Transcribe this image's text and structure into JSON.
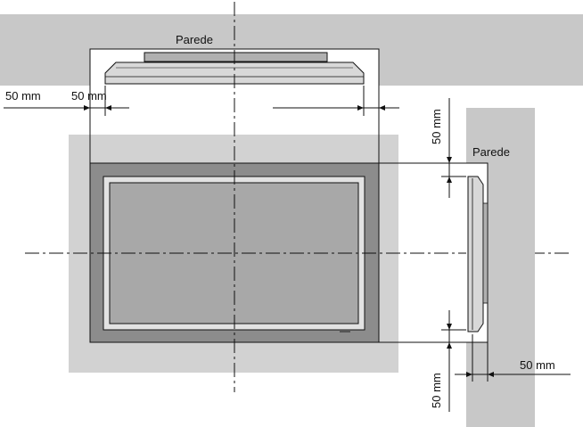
{
  "labels": {
    "wall_top": "Parede",
    "wall_right": "Parede",
    "clearance_left_1": "50 mm",
    "clearance_left_2": "50 mm",
    "clearance_top_right": "50 mm",
    "clearance_bottom_right": "50 mm",
    "clearance_side_right": "50 mm"
  },
  "colors": {
    "wall": "#c8c8c8",
    "clearance_zone": "#d2d2d2",
    "bezel": "#8c8c8c",
    "screen": "#a8a8a8",
    "frame": "#e2e2e2",
    "line": "#111111"
  }
}
